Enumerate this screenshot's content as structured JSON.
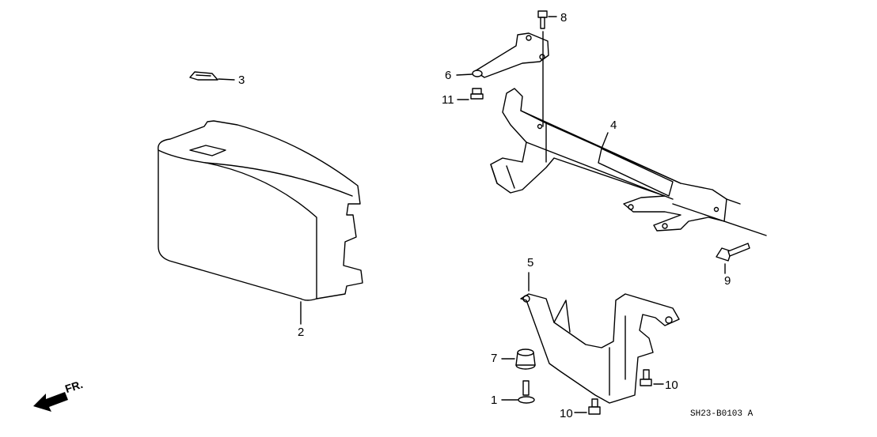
{
  "diagram": {
    "callouts": [
      "1",
      "2",
      "3",
      "4",
      "5",
      "6",
      "7",
      "8",
      "9",
      "10",
      "10",
      "11"
    ],
    "direction_label": "FR.",
    "drawing_code": "SH23-B0103  A"
  }
}
